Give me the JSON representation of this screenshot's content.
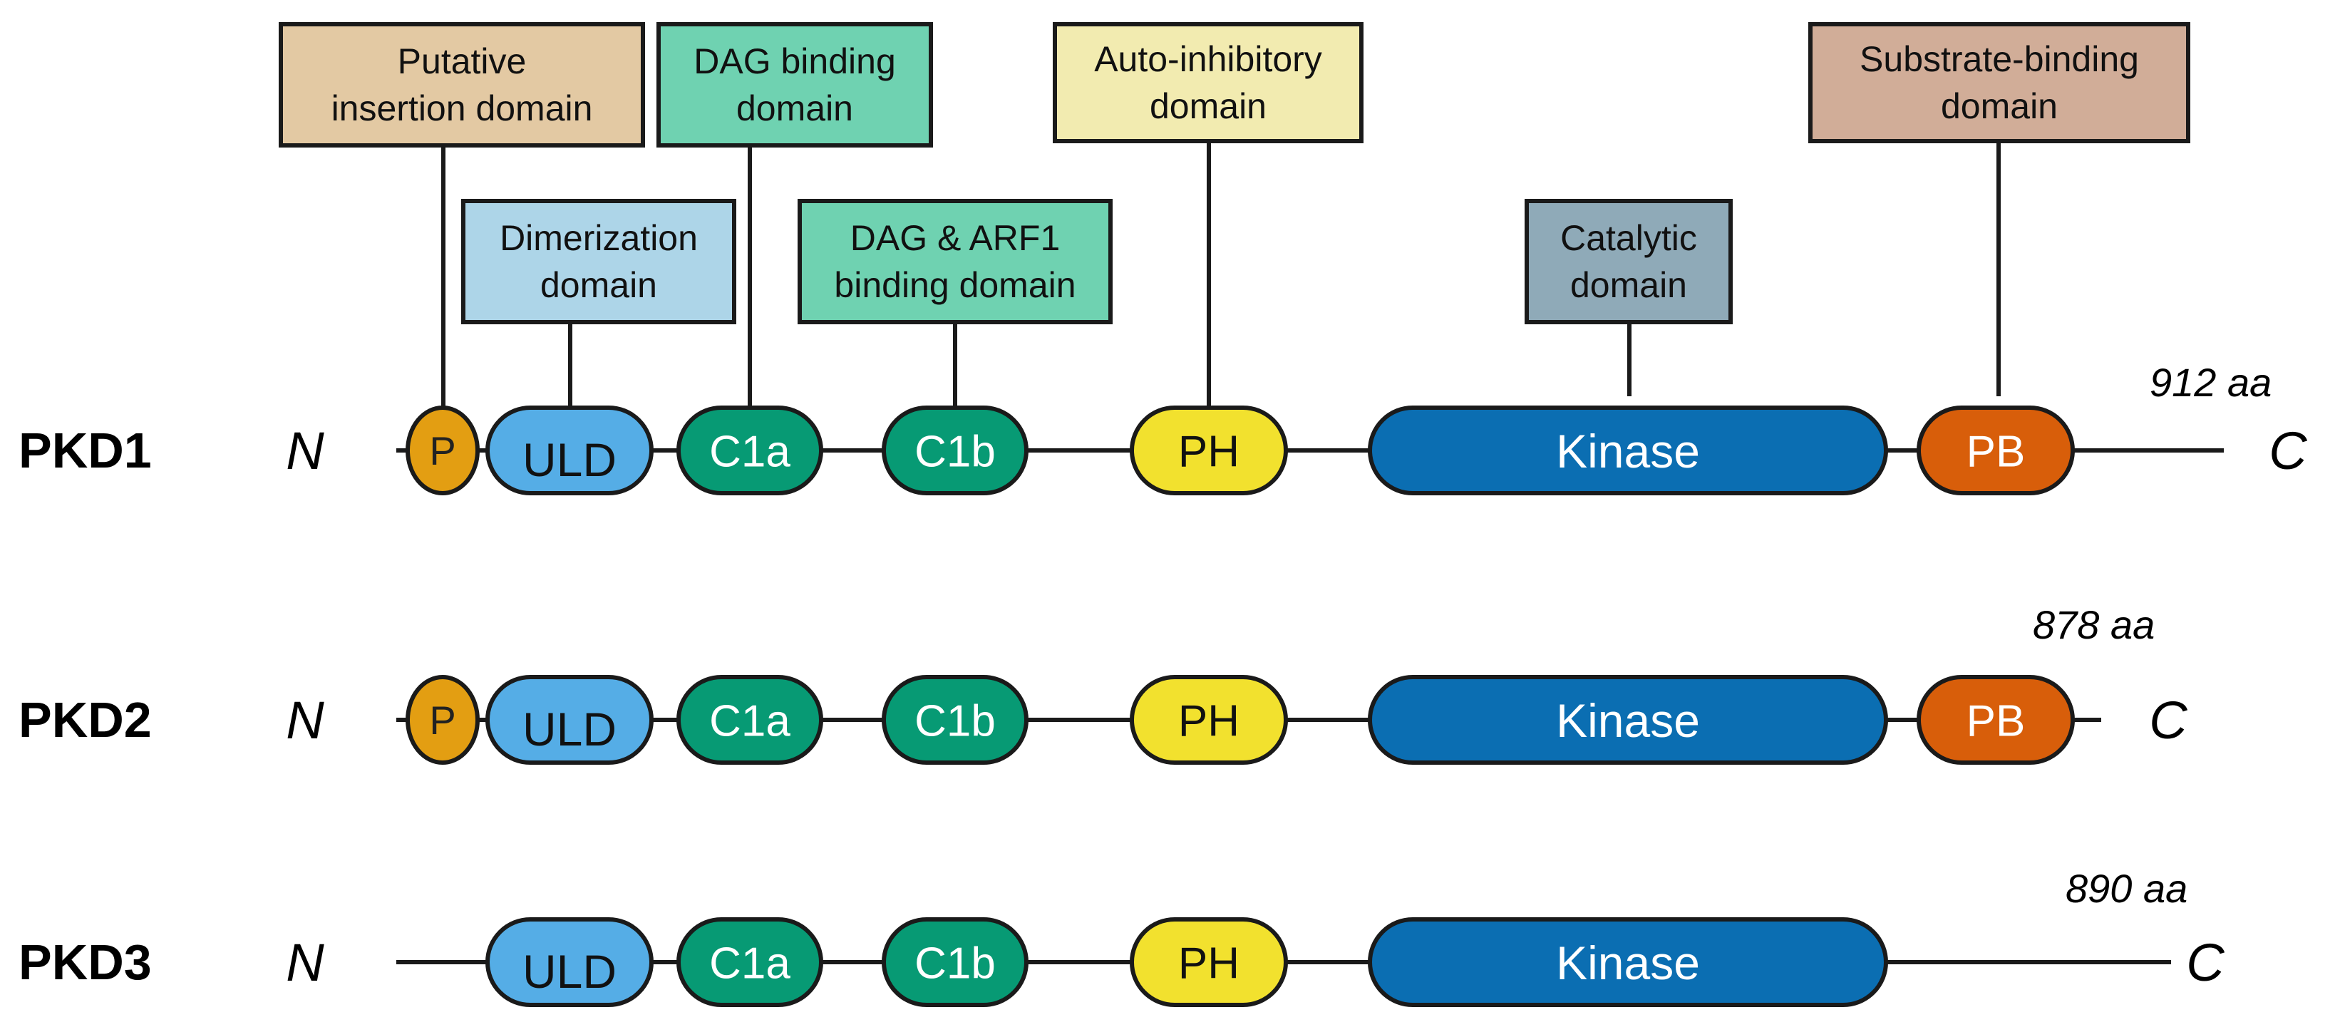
{
  "proteins": [
    {
      "id": "PKD1",
      "name": "PKD1",
      "n_term": "N",
      "c_term": "C",
      "length": "912 aa",
      "domains": [
        "P",
        "ULD",
        "C1a",
        "C1b",
        "PH",
        "Kinase",
        "PB"
      ]
    },
    {
      "id": "PKD2",
      "name": "PKD2",
      "n_term": "N",
      "c_term": "C",
      "length": "878 aa",
      "domains": [
        "P",
        "ULD",
        "C1a",
        "C1b",
        "PH",
        "Kinase",
        "PB"
      ]
    },
    {
      "id": "PKD3",
      "name": "PKD3",
      "n_term": "N",
      "c_term": "C",
      "length": "890 aa",
      "domains": [
        "ULD",
        "C1a",
        "C1b",
        "PH",
        "Kinase"
      ]
    }
  ],
  "annotations": {
    "P": {
      "lines": [
        "Putative",
        "insertion domain"
      ],
      "color": "#E3C9A3"
    },
    "ULD": {
      "lines": [
        "Dimerization",
        "domain"
      ],
      "color": "#ADD5E8"
    },
    "C1a": {
      "lines": [
        "DAG binding",
        "domain"
      ],
      "color": "#6FD2B1"
    },
    "C1b": {
      "lines": [
        "DAG & ARF1",
        "binding domain"
      ],
      "color": "#6FD2B1"
    },
    "PH": {
      "lines": [
        "Auto-inhibitory",
        "domain"
      ],
      "color": "#F2EBB0"
    },
    "Kinase": {
      "lines": [
        "Catalytic",
        "domain"
      ],
      "color": "#8FAAB8"
    },
    "PB": {
      "lines": [
        "Substrate-binding",
        "domain"
      ],
      "color": "#D1AD98"
    }
  },
  "domain_colors": {
    "P": {
      "fill": "#E39E12",
      "text": "#222222"
    },
    "ULD": {
      "fill": "#55ADE6",
      "text": "#111111"
    },
    "C1a": {
      "fill": "#079A74",
      "text": "#ffffff"
    },
    "C1b": {
      "fill": "#079A74",
      "text": "#ffffff"
    },
    "PH": {
      "fill": "#F2E12E",
      "text": "#111111"
    },
    "Kinase": {
      "fill": "#0B6EB2",
      "text": "#ffffff"
    },
    "PB": {
      "fill": "#D85E0A",
      "text": "#ffffff"
    }
  }
}
